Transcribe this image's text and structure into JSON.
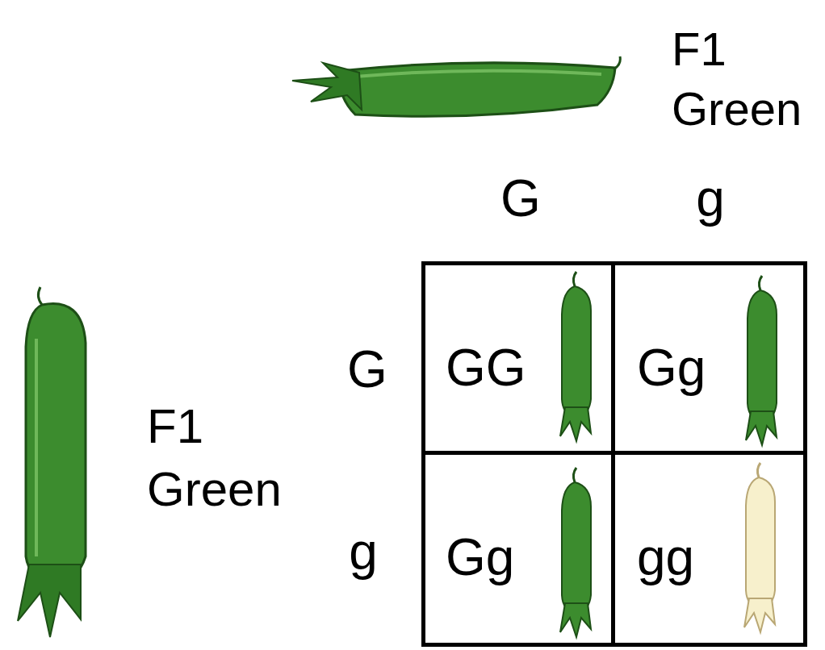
{
  "diagram": {
    "nodes": [
      {
        "text": [
          "GG"
        ]
      },
      {
        "text": [
          "Gg"
        ]
      },
      {
        "text": [
          "Gg"
        ]
      },
      {
        "text": [
          "gg"
        ]
      }
    ],
    "labels": [
      "F1 Green",
      "G",
      "g",
      "G",
      "g",
      "F1 Green"
    ]
  }
}
